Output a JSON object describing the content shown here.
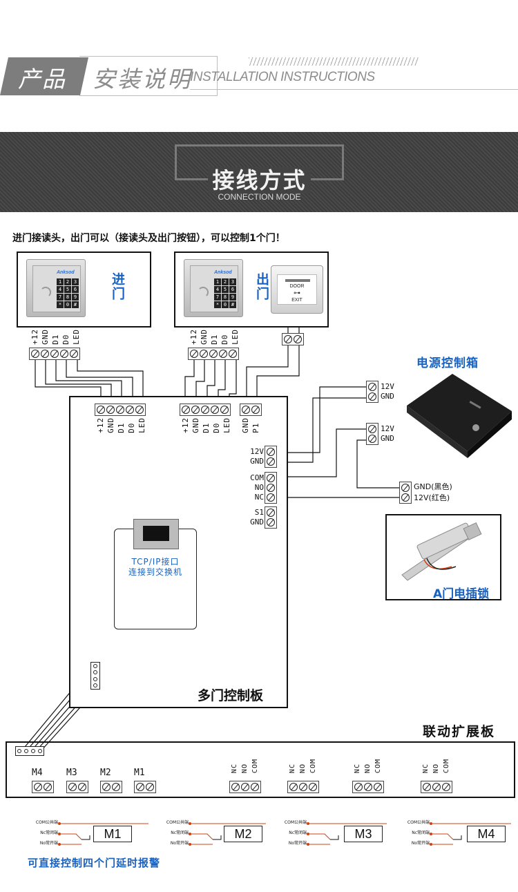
{
  "header": {
    "product": "产品",
    "install_cn": "安装说明",
    "install_en": "INSTALLATION INSTRUCTIONS"
  },
  "banner": {
    "title": "接线方式",
    "subtitle": "CONNECTION MODE"
  },
  "intro": "进门接读头，出门可以（接读头及出门按钮），可以控制1个门！",
  "reader": {
    "brand": "Anksod",
    "keys": [
      "1",
      "2",
      "3",
      "4",
      "5",
      "6",
      "7",
      "8",
      "9",
      "*",
      "0",
      "#"
    ]
  },
  "entry_label": "进门",
  "exit_label": "出门",
  "exit_button": {
    "line1": "DOOR",
    "line2": "EXIT"
  },
  "reader_pins": [
    "+12",
    "GND",
    "D1",
    "D0",
    "LED"
  ],
  "board_pins_right": [
    "GND",
    "P1"
  ],
  "board_side_terms": {
    "power": [
      "12V",
      "GND"
    ],
    "relay": [
      "COM",
      "NO",
      "NC"
    ],
    "sensor": [
      "S1",
      "GND"
    ]
  },
  "tcp": {
    "line1": "TCP/IP接口",
    "line2": "连接到交换机"
  },
  "board_title": "多门控制板",
  "power_box": {
    "title": "电源控制箱",
    "out1": [
      "12V",
      "GND"
    ],
    "out2": [
      "12V",
      "GND"
    ]
  },
  "lock_terms": [
    "GND(黑色)",
    "12V(红色)"
  ],
  "lock_title": "A门电插锁",
  "ext_title": "联动扩展板",
  "ext_inputs": [
    "M4",
    "M3",
    "M2",
    "M1"
  ],
  "ext_relay_labels": [
    "NC",
    "NO",
    "COM"
  ],
  "relay_modules": {
    "com": "COM公共端",
    "nc": "Nc常闭端",
    "no": "No常开端",
    "names": [
      "M1",
      "M2",
      "M3",
      "M4"
    ]
  },
  "footer": "可直接控制四个门延时报警",
  "colors": {
    "accent_blue": "#1762c2",
    "wire_red": "#d0410f"
  }
}
